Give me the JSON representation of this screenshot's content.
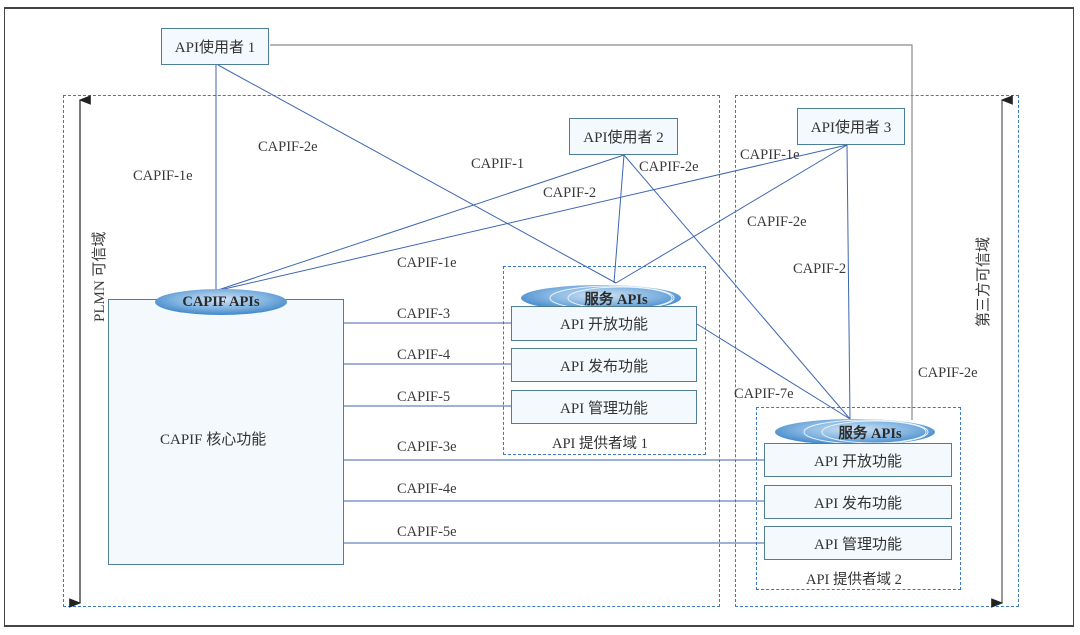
{
  "title": "CAPIF architecture",
  "colors": {
    "line": "#3d66b0",
    "gray_line": "#8a8a8a",
    "zone_border": "#3d78c4",
    "box_fill": "#f3f9fd",
    "box_border": "#4f7f98",
    "ellipse_fill": "#5b9bd5"
  },
  "domains": {
    "plmn": "PLMN 可信域",
    "third_party": "第三方可信域"
  },
  "invokers": {
    "u1": "API使用者 1",
    "u2": "API使用者 2",
    "u3": "API使用者 3"
  },
  "core": {
    "apis": "CAPIF APIs",
    "name": "CAPIF 核心功能"
  },
  "provider1": {
    "apis": "服务 APIs",
    "exposing": "API 开放功能",
    "publishing": "API 发布功能",
    "management": "API 管理功能",
    "caption": "API 提供者域 1"
  },
  "provider2": {
    "apis": "服务 APIs",
    "exposing": "API 开放功能",
    "publishing": "API 发布功能",
    "management": "API 管理功能",
    "caption": "API 提供者域 2"
  },
  "interfaces": {
    "u1_core": "CAPIF-1e",
    "u1_p1": "CAPIF-2e",
    "u2_core": "CAPIF-1",
    "u2_p1": "CAPIF-2",
    "u2_p2": "CAPIF-2e",
    "u3_core": "CAPIF-1e",
    "u3_p1": "CAPIF-2e",
    "u3_p2": "CAPIF-2",
    "core_u3": "CAPIF-1e",
    "u1_p2": "CAPIF-2e",
    "p1_p2": "CAPIF-7e",
    "c3": "CAPIF-3",
    "c4": "CAPIF-4",
    "c5": "CAPIF-5",
    "c3e": "CAPIF-3e",
    "c4e": "CAPIF-4e",
    "c5e": "CAPIF-5e"
  }
}
